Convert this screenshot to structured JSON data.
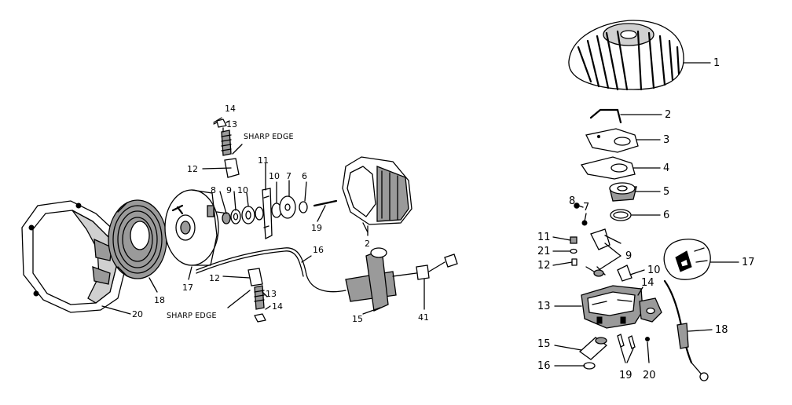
{
  "captions": {
    "sharp_edge_upper": "SHARP EDGE",
    "sharp_edge_lower": "SHARP EDGE"
  },
  "left_assembly": {
    "labels": [
      "14",
      "13",
      "12",
      "11",
      "8",
      "9",
      "10",
      "10",
      "7",
      "6",
      "19",
      "2",
      "16",
      "12",
      "13",
      "14",
      "15",
      "41",
      "17",
      "18",
      "20"
    ]
  },
  "right_assembly": {
    "labels": [
      "1",
      "2",
      "3",
      "4",
      "5",
      "6",
      "8",
      "7",
      "11",
      "21",
      "12",
      "9",
      "10",
      "17",
      "13",
      "14",
      "15",
      "16",
      "19",
      "20",
      "18"
    ]
  }
}
